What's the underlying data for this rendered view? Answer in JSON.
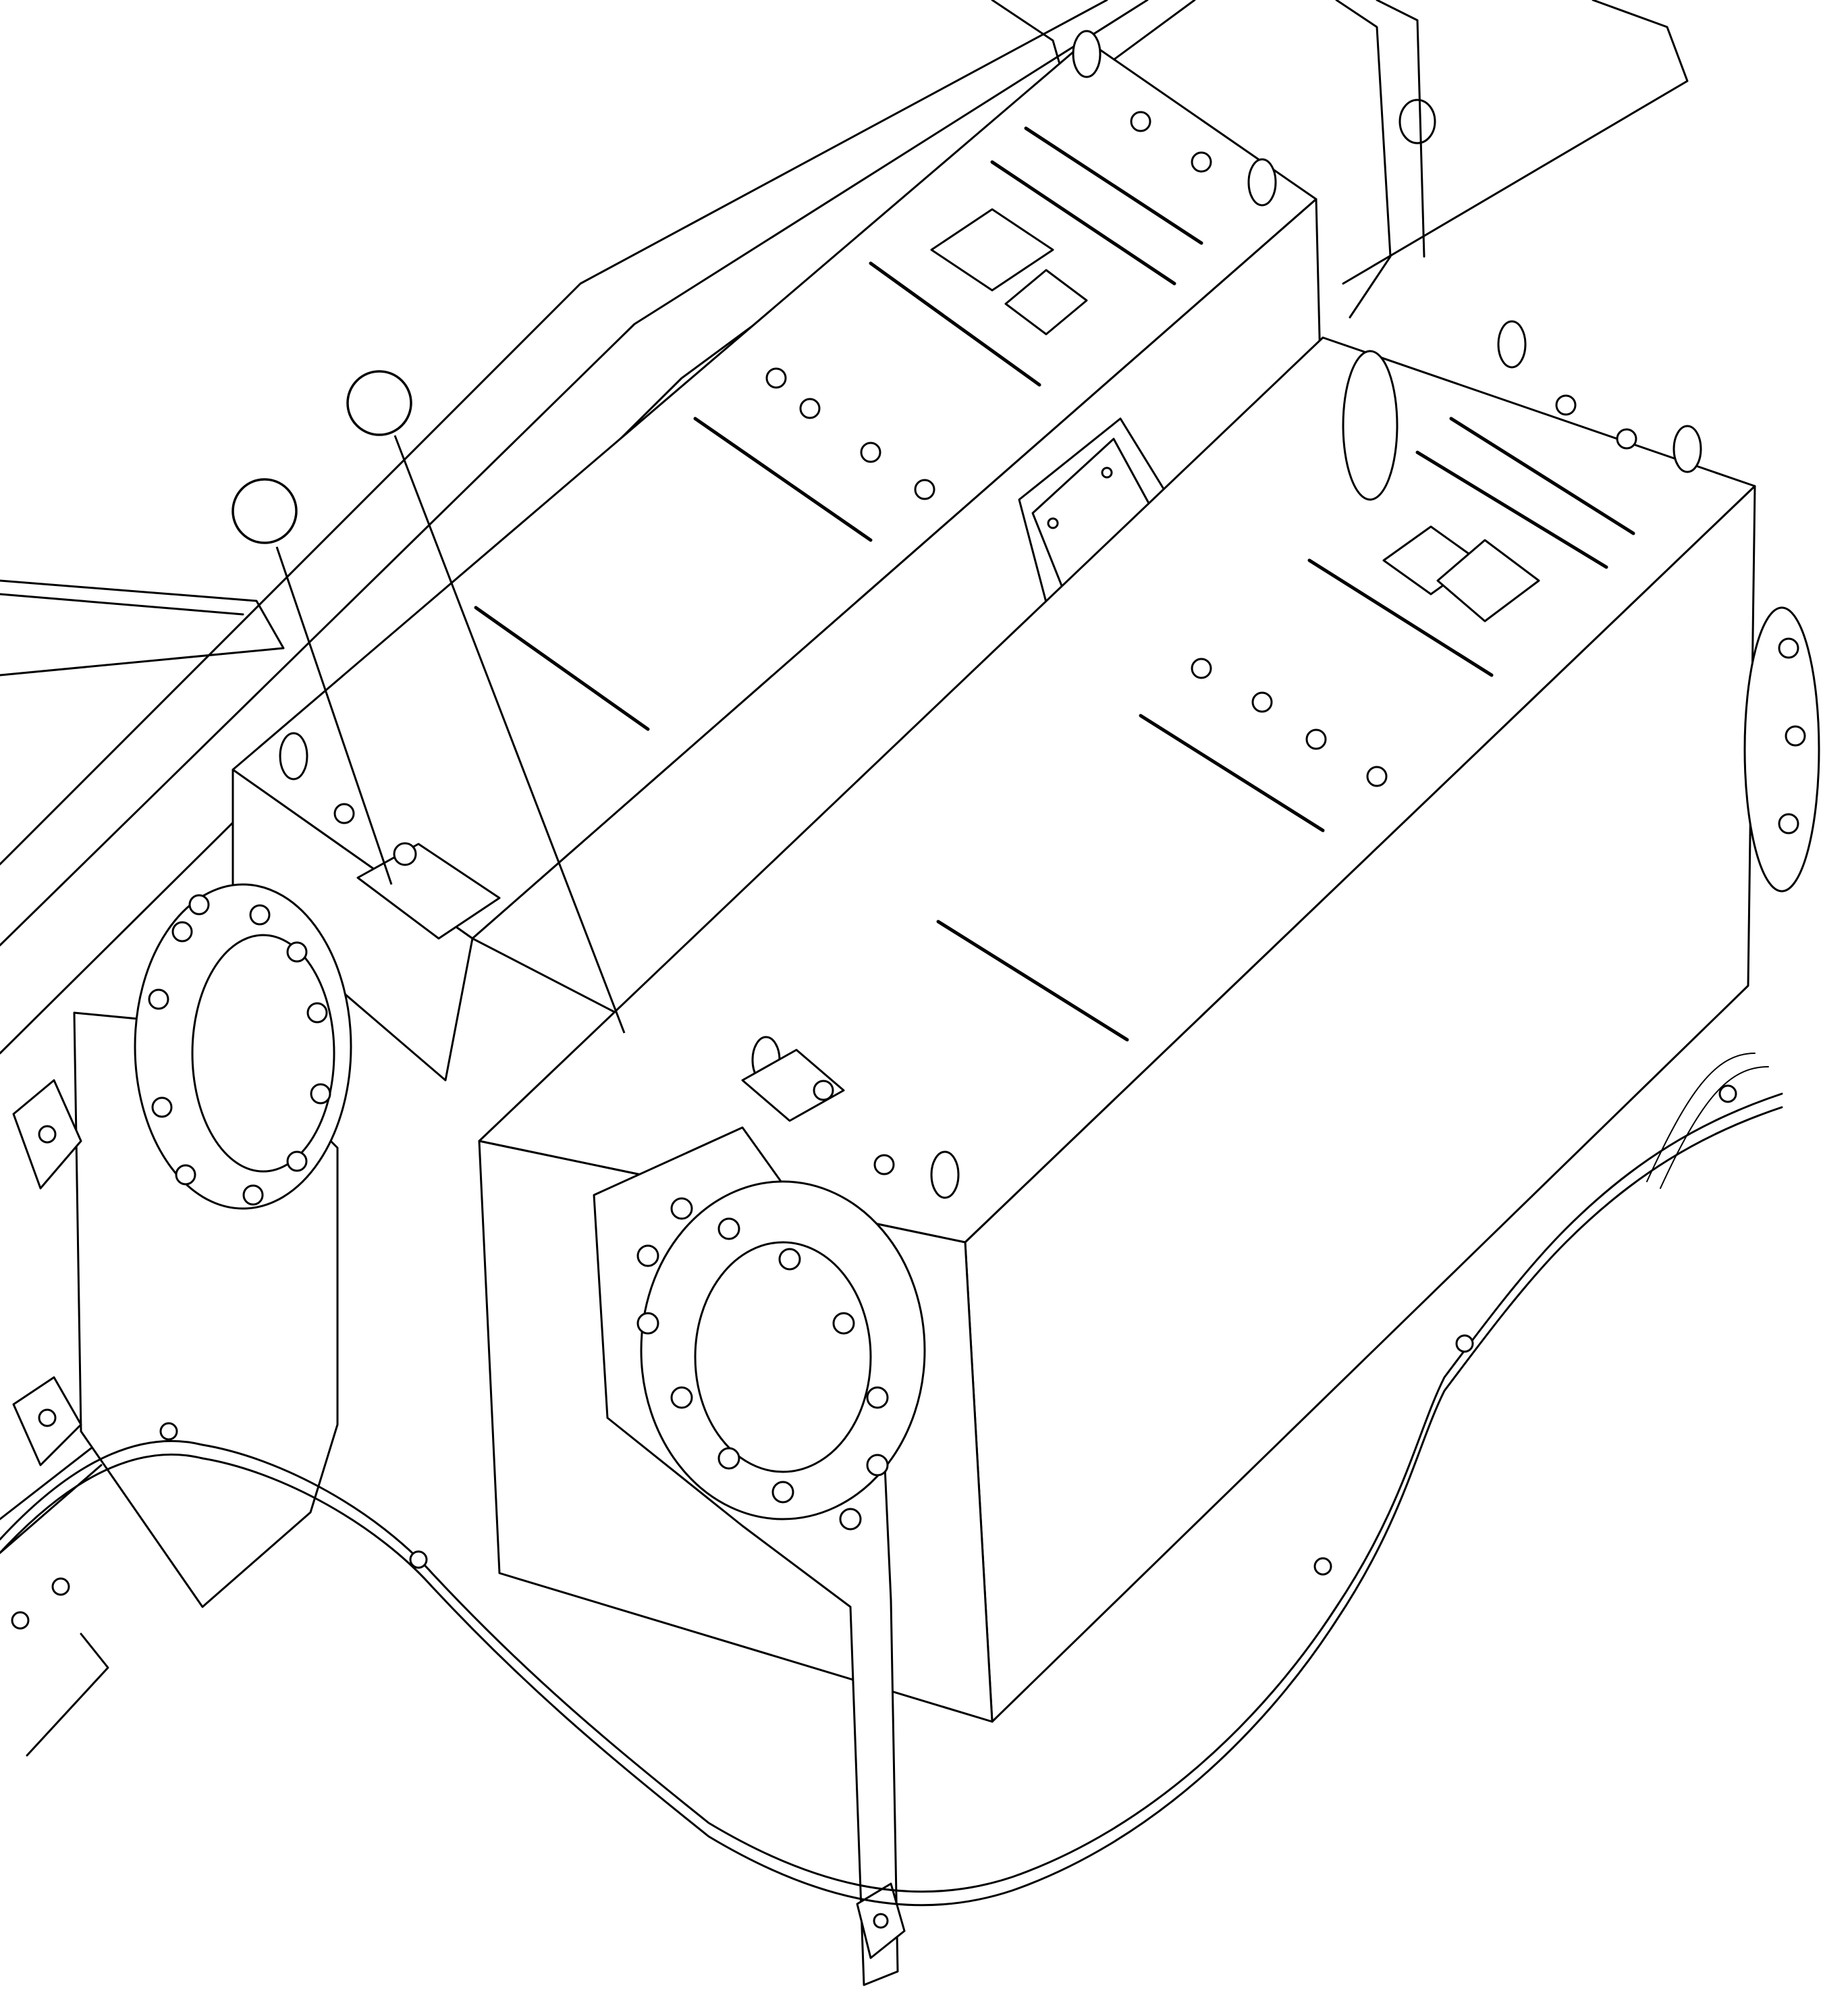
{
  "figure": {
    "callouts": [
      {
        "id": "callout-1",
        "label": ""
      },
      {
        "id": "callout-2",
        "label": ""
      }
    ],
    "figure_code": "",
    "parts": [
      "rear-muffler-box",
      "front-muffler-box",
      "inlet-flange-left",
      "inlet-flange-right",
      "lifting-eye",
      "mounting-bracket",
      "exhaust-pipe-harness"
    ],
    "line_color": "#000000",
    "background_color": "#ffffff"
  }
}
